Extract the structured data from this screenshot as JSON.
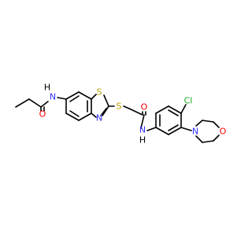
{
  "molecule": {
    "atom_labels": {
      "nh_left": "N",
      "h_left": "H",
      "o_left": "O",
      "s_thiazole": "S",
      "n_thiazole": "N",
      "s_thioether": "S",
      "o_right": "O",
      "nh_right": "N",
      "h_right": "H",
      "cl": "Cl",
      "n_morpholine": "N",
      "o_morpholine": "O"
    },
    "colors": {
      "bond": "#000000",
      "N": "#3333ff",
      "O": "#ff0000",
      "S": "#b8a000",
      "Cl": "#1fa81f"
    }
  }
}
